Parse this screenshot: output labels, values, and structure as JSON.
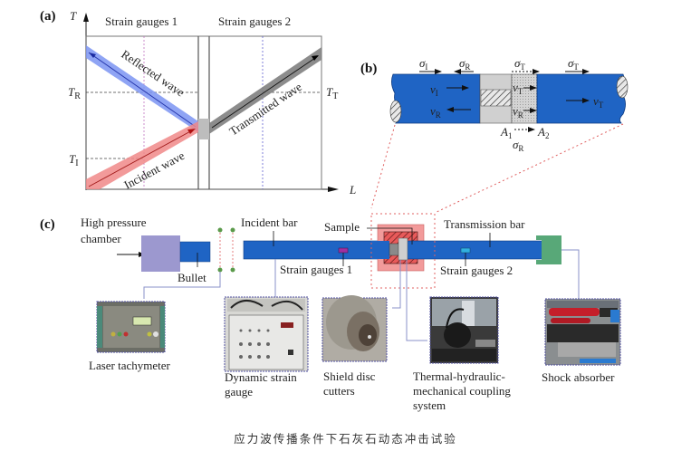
{
  "panel_a": {
    "label": "(a)",
    "y_axis": "T",
    "x_axis": "L",
    "header_left": "Strain gauges 1",
    "header_right": "Strain gauges 2",
    "reflected_wave": "Reflected wave",
    "incident_wave": "Incident wave",
    "transmitted_wave": "Transmitted wave",
    "tick_TR_main": "T",
    "tick_TR_sub": "R",
    "tick_TI_main": "T",
    "tick_TI_sub": "I",
    "tick_TT_main": "T",
    "tick_TT_sub": "T",
    "colors": {
      "reflected": "#4a6cf0",
      "incident": "#ee5a5a",
      "transmitted": "#555555"
    }
  },
  "panel_b": {
    "label": "(b)",
    "sigma": "σ",
    "sub_I": "I",
    "sub_R": "R",
    "sub_T": "T",
    "v": "v",
    "A": "A",
    "sub_1": "1",
    "sub_2": "2",
    "prime": "′",
    "bar_color": "#1f64c4"
  },
  "panel_c": {
    "label": "(c)",
    "high_pressure_1": "High pressure",
    "high_pressure_2": "chamber",
    "bullet": "Bullet",
    "incident_bar": "Incident bar",
    "sample": "Sample",
    "transmission_bar": "Transmission bar",
    "strain_gauges_1": "Strain gauges 1",
    "strain_gauges_2": "Strain gauges 2",
    "photos": [
      {
        "name": "laser-tachymeter",
        "lines": [
          "Laser tachymeter"
        ]
      },
      {
        "name": "dynamic-strain-gauge",
        "lines": [
          "Dynamic strain",
          "gauge"
        ]
      },
      {
        "name": "shield-disc-cutters",
        "lines": [
          "Shield disc",
          "cutters"
        ]
      },
      {
        "name": "thm-coupling-system",
        "lines": [
          "Thermal-hydraulic-",
          "mechanical coupling",
          "system"
        ]
      },
      {
        "name": "shock-absorber",
        "lines": [
          "Shock absorber"
        ]
      }
    ]
  },
  "caption": "应力波传播条件下石灰石动态冲击试验"
}
